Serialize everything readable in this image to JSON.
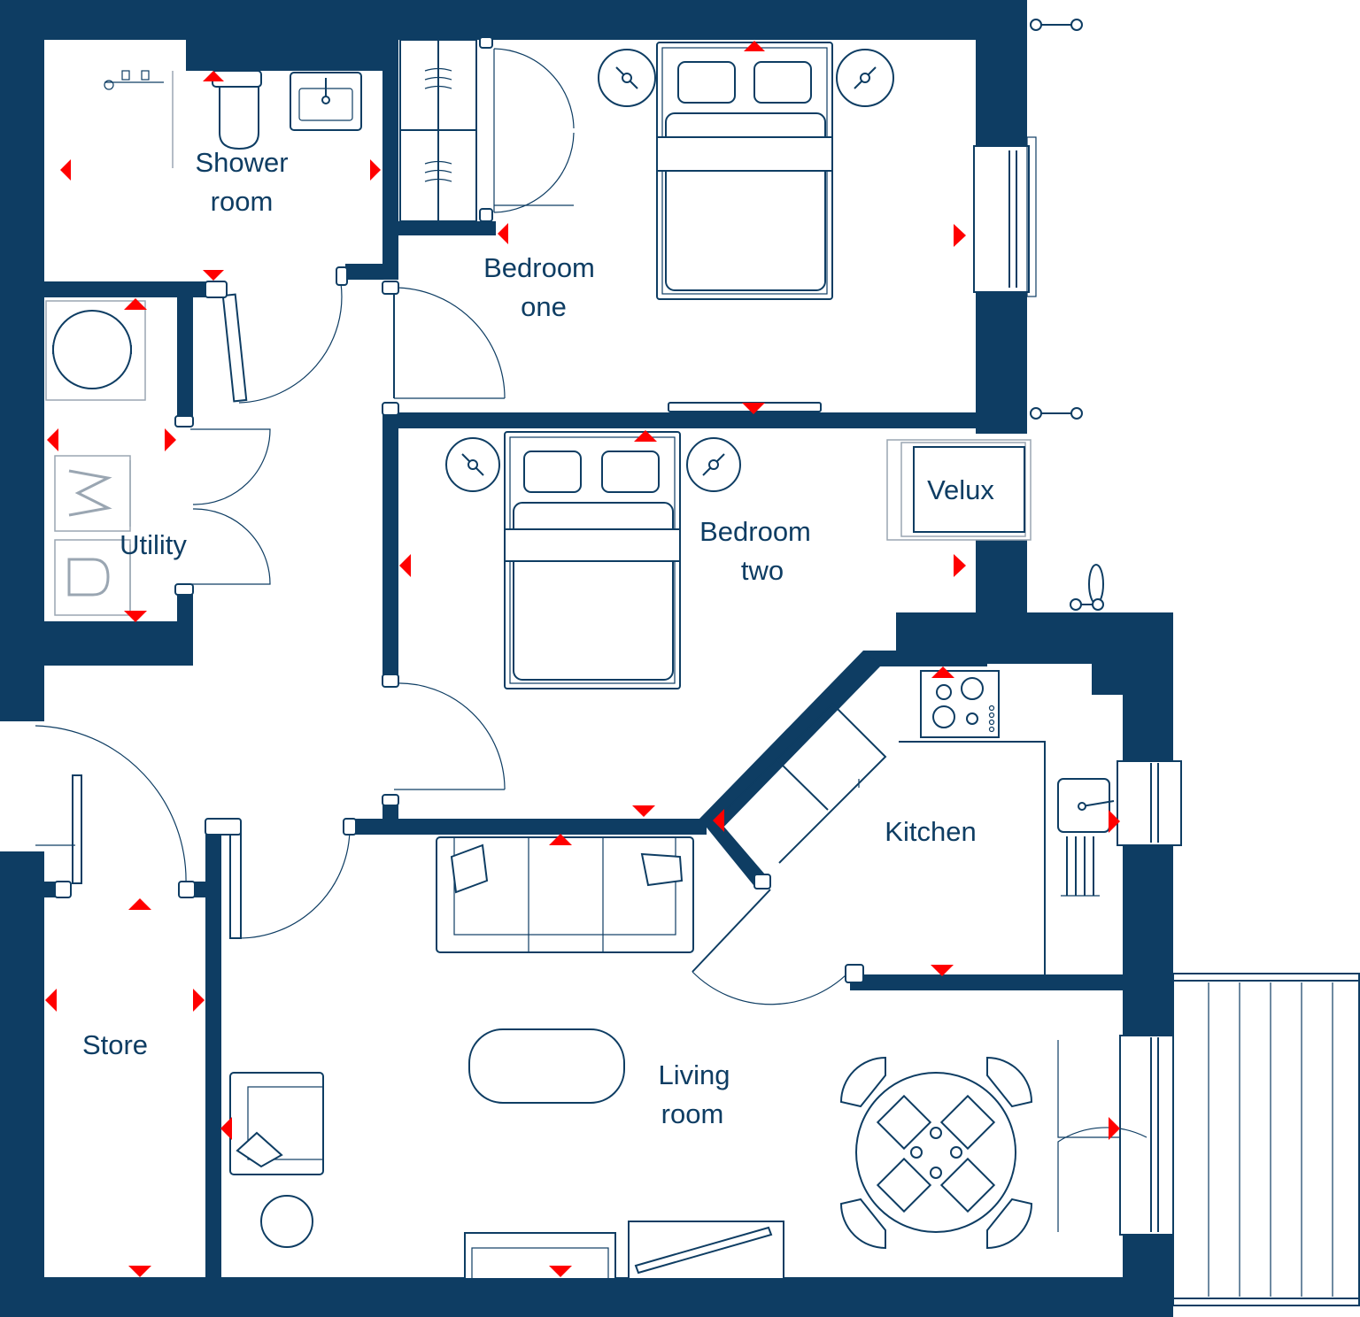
{
  "plan": {
    "colors": {
      "wall": "#0e3d63",
      "fixture_line": "#0e3d63",
      "appliance_line": "#9aa6b2",
      "marker": "#ff0000",
      "background": "#ffffff"
    },
    "rooms": {
      "shower_room": {
        "line1": "Shower",
        "line2": "room"
      },
      "bedroom_one": {
        "line1": "Bedroom",
        "line2": "one"
      },
      "bedroom_two": {
        "line1": "Bedroom",
        "line2": "two"
      },
      "utility": {
        "line1": "Utility"
      },
      "velux": {
        "line1": "Velux"
      },
      "kitchen": {
        "line1": "Kitchen"
      },
      "store": {
        "line1": "Store"
      },
      "living_room": {
        "line1": "Living",
        "line2": "room"
      }
    },
    "appliances": {
      "washer_letter": "W",
      "dryer_letter": "D"
    }
  }
}
